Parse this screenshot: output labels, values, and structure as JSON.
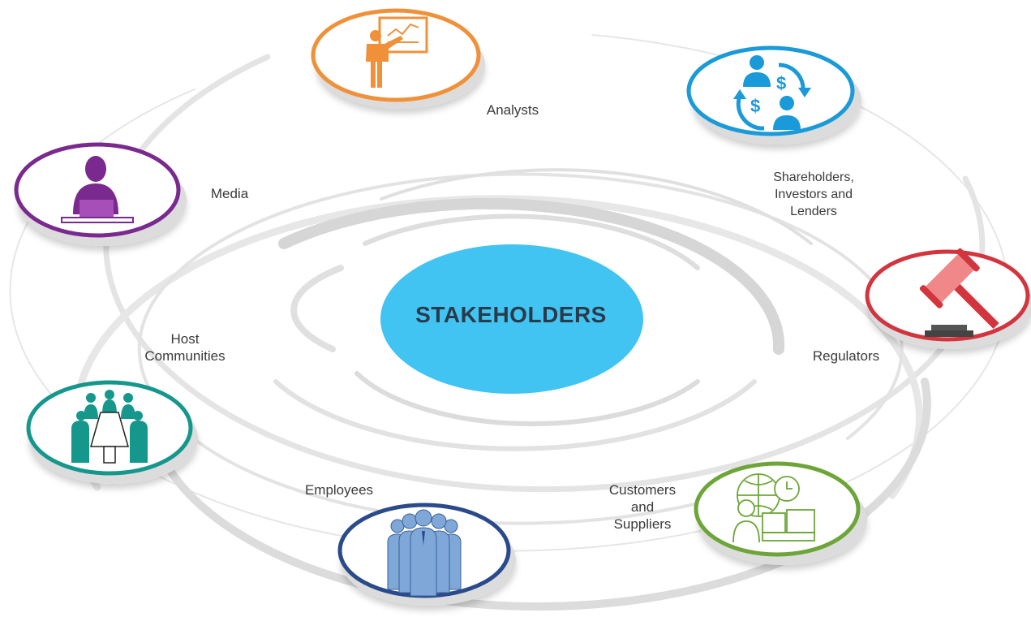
{
  "center": {
    "title": "STAKEHOLDERS",
    "color": "#41c4f2"
  },
  "stakeholders": [
    {
      "id": "analysts",
      "label": "Analysts",
      "icon": "presenter-icon",
      "color": "#f0913a"
    },
    {
      "id": "shareholders",
      "label": "Shareholders, Investors and Lenders",
      "label_lines": [
        "Shareholders,",
        "Investors and",
        "Lenders"
      ],
      "icon": "investors-exchange-icon",
      "color": "#1a9ad8"
    },
    {
      "id": "regulators",
      "label": "Regulators",
      "icon": "gavel-icon",
      "color": "#d2353e"
    },
    {
      "id": "customers",
      "label": "Customers and Suppliers",
      "label_lines": [
        "Customers",
        "and",
        "Suppliers"
      ],
      "icon": "logistics-icon",
      "color": "#6da539"
    },
    {
      "id": "employees",
      "label": "Employees",
      "icon": "team-icon",
      "color": "#2a4a8c"
    },
    {
      "id": "communities",
      "label": "Host Communities",
      "label_lines": [
        "Host",
        "Communities"
      ],
      "icon": "meeting-table-icon",
      "color": "#15978c"
    },
    {
      "id": "media",
      "label": "Media",
      "icon": "news-anchor-icon",
      "color": "#7a2a8e"
    }
  ]
}
